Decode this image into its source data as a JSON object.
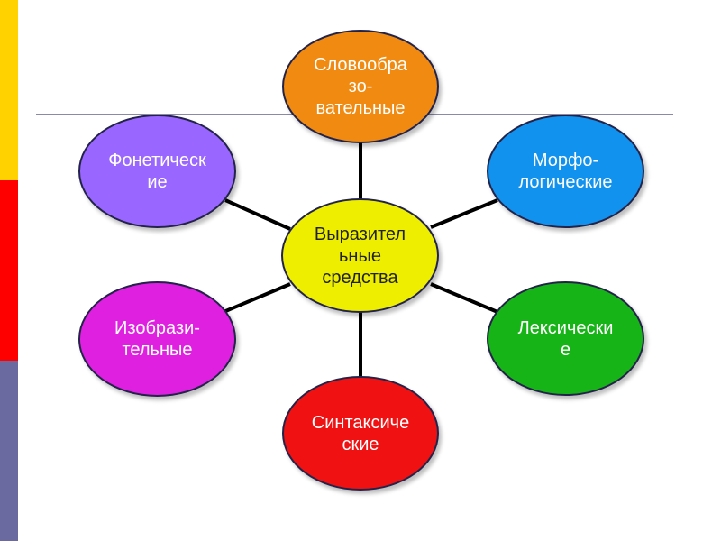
{
  "colors": {
    "stripe_top": "#ffd200",
    "stripe_middle": "#ff0000",
    "stripe_bottom": "#6a6aa0",
    "horizontal_rule": "#8a8aa8",
    "connector": "#000000",
    "center": "#eeee00",
    "top": "#f08a10",
    "top_left": "#9966ff",
    "top_right": "#1092ee",
    "bottom_left": "#e020e0",
    "bottom_right": "#16b416",
    "bottom": "#f01212"
  },
  "center": {
    "label": "Выразител\nьные\nсредства"
  },
  "nodes": {
    "top": {
      "label": "Словообра\nзо-\nвательные"
    },
    "top_left": {
      "label": "Фонетическ\nие"
    },
    "top_right": {
      "label": "Морфо-\nлогические"
    },
    "bottom_left": {
      "label": "Изобрази-\nтельные"
    },
    "bottom_right": {
      "label": "Лексически\nе"
    },
    "bottom": {
      "label": "Синтаксиче\nские"
    }
  }
}
